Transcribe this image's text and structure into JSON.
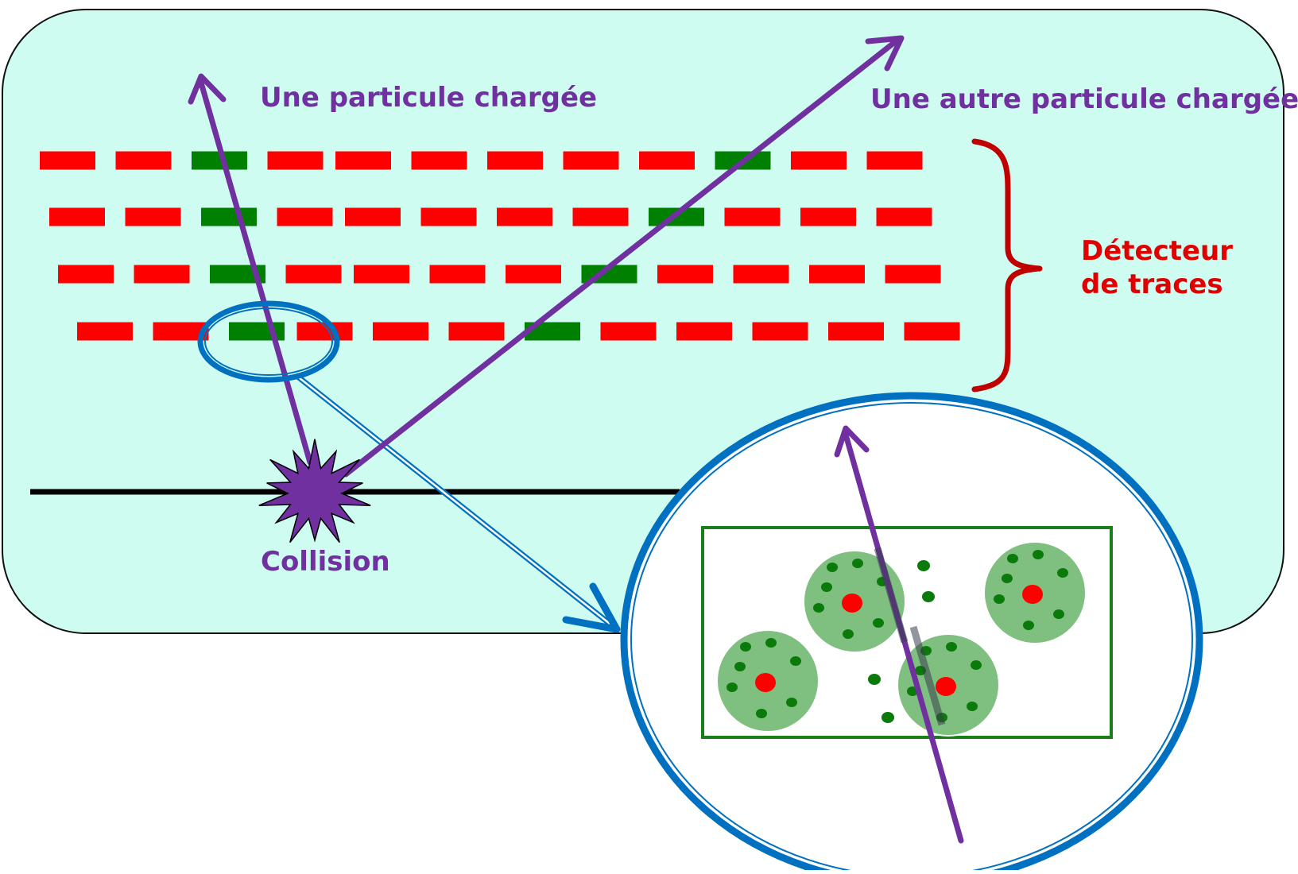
{
  "labels": {
    "particle1": "Une particule chargée",
    "particle2": "Une autre particule chargée",
    "detector_line1": "Détecteur",
    "detector_line2": "de traces",
    "collision": "Collision"
  },
  "detector": {
    "rows": 4,
    "segments_per_row": 12,
    "hit_segments": [
      [
        2,
        9
      ],
      [
        2,
        8
      ],
      [
        2,
        7
      ],
      [
        2,
        6
      ]
    ]
  },
  "colors": {
    "panel_fill": "#cffcf0",
    "panel_stroke": "#111111",
    "strip": "#ff0000",
    "strip_hit": "#008000",
    "track": "#7030a0",
    "label_purple": "#7030a0",
    "label_red": "#e00000",
    "brace": "#c00000",
    "beam": "#000000",
    "zoom_blue": "#0070c0",
    "sensor_frame": "#1a7f1a",
    "pixel_fill": "#7fbf7f",
    "pixel_center": "#ff0000",
    "pixel_dot": "#0a7a0a"
  },
  "icons": [
    "collision-star-icon",
    "curly-brace-icon",
    "zoom-arrow-icon"
  ]
}
